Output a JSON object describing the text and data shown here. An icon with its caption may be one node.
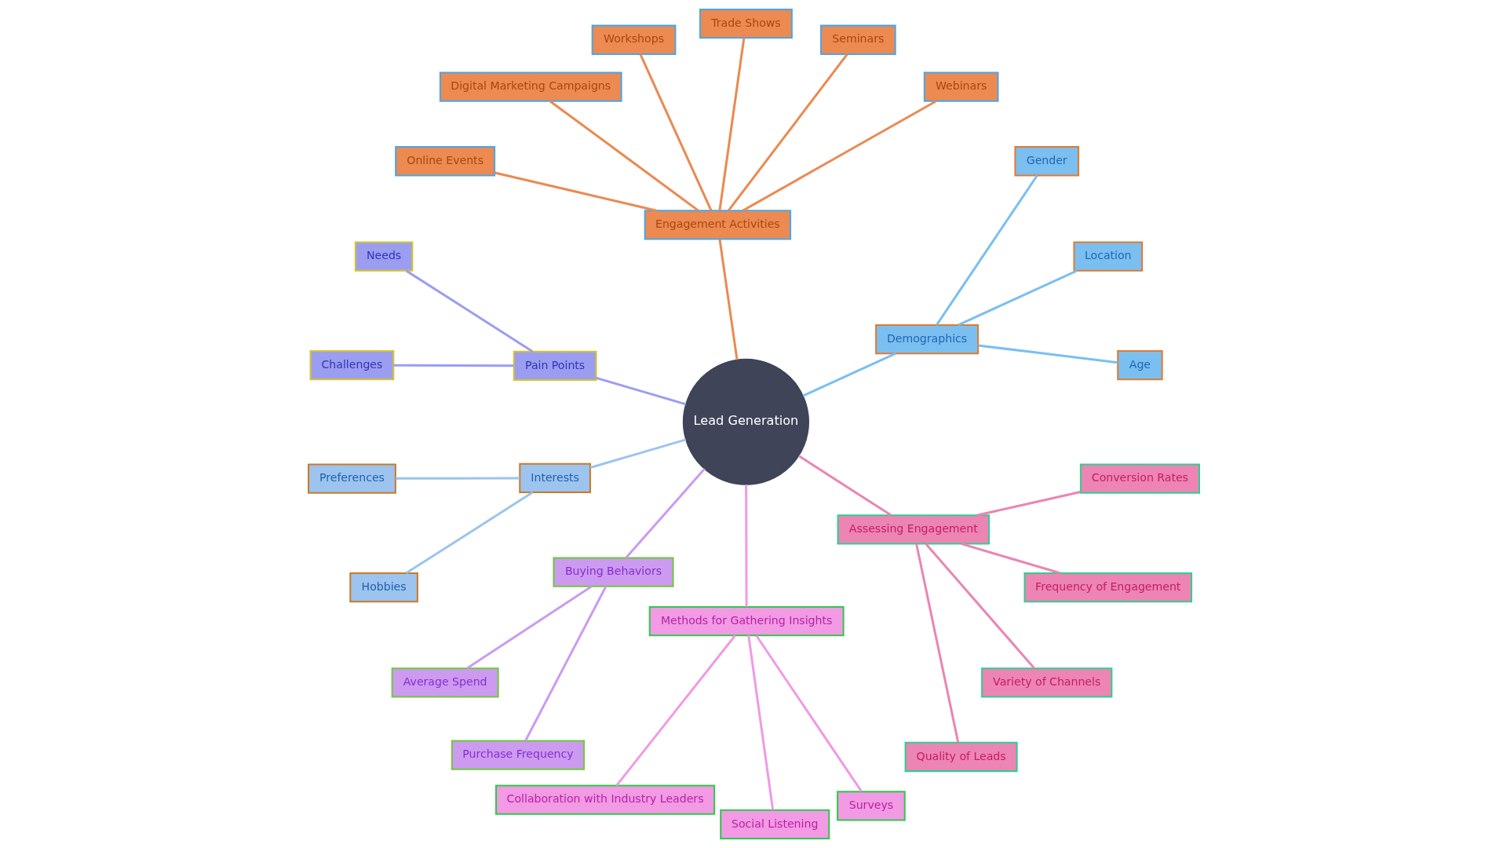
{
  "diagram": {
    "nodes": [
      {
        "text": [
          "Lead Generation"
        ]
      },
      {
        "text": [
          "Demographics"
        ]
      },
      {
        "text": [
          "Age"
        ]
      },
      {
        "text": [
          "Location"
        ]
      },
      {
        "text": [
          "Gender"
        ]
      },
      {
        "text": [
          "Engagement Activities"
        ]
      },
      {
        "text": [
          "Webinars"
        ]
      },
      {
        "text": [
          "Seminars"
        ]
      },
      {
        "text": [
          "Trade Shows"
        ]
      },
      {
        "text": [
          "Workshops"
        ]
      },
      {
        "text": [
          "Digital Marketing Campaigns"
        ]
      },
      {
        "text": [
          "Online Events"
        ]
      },
      {
        "text": [
          "Pain Points"
        ]
      },
      {
        "text": [
          "Needs"
        ]
      },
      {
        "text": [
          "Challenges"
        ]
      },
      {
        "text": [
          "Interests"
        ]
      },
      {
        "text": [
          "Preferences"
        ]
      },
      {
        "text": [
          "Hobbies"
        ]
      },
      {
        "text": [
          "Buying Behaviors"
        ]
      },
      {
        "text": [
          "Average Spend"
        ]
      },
      {
        "text": [
          "Purchase Frequency"
        ]
      },
      {
        "text": [
          "Methods for Gathering Insights"
        ]
      },
      {
        "text": [
          "Collaboration with Industry Leaders"
        ]
      },
      {
        "text": [
          "Social Listening"
        ]
      },
      {
        "text": [
          "Surveys"
        ]
      },
      {
        "text": [
          "Assessing Engagement"
        ]
      },
      {
        "text": [
          "Quality of Leads"
        ]
      },
      {
        "text": [
          "Variety of Channels"
        ]
      },
      {
        "text": [
          "Frequency of Engagement"
        ]
      },
      {
        "text": [
          "Conversion Rates"
        ]
      }
    ],
    "edges": [
      {
        "from": 0,
        "to": 1,
        "arrow": "none",
        "color": "#7bbff0"
      },
      {
        "from": 1,
        "to": 2,
        "arrow": "none",
        "color": "#7bbff0"
      },
      {
        "from": 1,
        "to": 3,
        "arrow": "none",
        "color": "#7bbff0"
      },
      {
        "from": 1,
        "to": 4,
        "arrow": "none",
        "color": "#7bbff0"
      },
      {
        "from": 0,
        "to": 5,
        "arrow": "none",
        "color": "#ea8a52"
      },
      {
        "from": 5,
        "to": 6,
        "arrow": "none",
        "color": "#ea8a52"
      },
      {
        "from": 5,
        "to": 7,
        "arrow": "none",
        "color": "#ea8a52"
      },
      {
        "from": 5,
        "to": 8,
        "arrow": "none",
        "color": "#ea8a52"
      },
      {
        "from": 5,
        "to": 9,
        "arrow": "none",
        "color": "#ea8a52"
      },
      {
        "from": 5,
        "to": 10,
        "arrow": "none",
        "color": "#ea8a52"
      },
      {
        "from": 5,
        "to": 11,
        "arrow": "none",
        "color": "#ea8a52"
      },
      {
        "from": 0,
        "to": 12,
        "arrow": "none",
        "color": "#9b9ef0"
      },
      {
        "from": 12,
        "to": 13,
        "arrow": "none",
        "color": "#9b9ef0"
      },
      {
        "from": 12,
        "to": 14,
        "arrow": "none",
        "color": "#9b9ef0"
      },
      {
        "from": 0,
        "to": 15,
        "arrow": "none",
        "color": "#9cc4ee"
      },
      {
        "from": 15,
        "to": 16,
        "arrow": "none",
        "color": "#9cc4ee"
      },
      {
        "from": 15,
        "to": 17,
        "arrow": "none",
        "color": "#9cc4ee"
      },
      {
        "from": 0,
        "to": 18,
        "arrow": "none",
        "color": "#cc9bf0"
      },
      {
        "from": 18,
        "to": 19,
        "arrow": "none",
        "color": "#cc9bf0"
      },
      {
        "from": 18,
        "to": 20,
        "arrow": "none",
        "color": "#cc9bf0"
      },
      {
        "from": 0,
        "to": 21,
        "arrow": "none",
        "color": "#f09ae4"
      },
      {
        "from": 21,
        "to": 22,
        "arrow": "none",
        "color": "#f09ae4"
      },
      {
        "from": 21,
        "to": 23,
        "arrow": "none",
        "color": "#f09ae4"
      },
      {
        "from": 21,
        "to": 24,
        "arrow": "none",
        "color": "#f09ae4"
      },
      {
        "from": 0,
        "to": 25,
        "arrow": "none",
        "color": "#ea85b4"
      },
      {
        "from": 25,
        "to": 26,
        "arrow": "none",
        "color": "#ea85b4"
      },
      {
        "from": 25,
        "to": 27,
        "arrow": "none",
        "color": "#ea85b4"
      },
      {
        "from": 25,
        "to": 28,
        "arrow": "none",
        "color": "#ea85b4"
      },
      {
        "from": 25,
        "to": 29,
        "arrow": "none",
        "color": "#ea85b4"
      }
    ]
  }
}
